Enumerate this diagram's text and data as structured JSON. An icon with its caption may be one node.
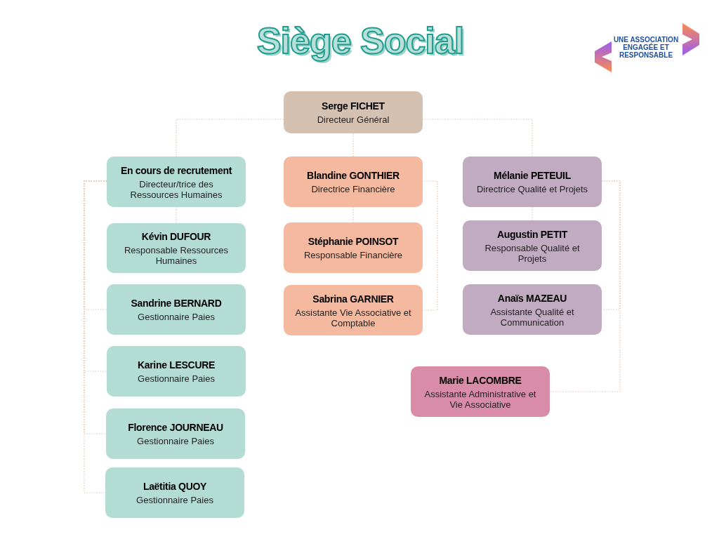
{
  "diagram": {
    "title": "Siège Social",
    "nodes": [
      {
        "text": [
          "Serge FICHET",
          "Directeur Général"
        ]
      },
      {
        "text": [
          "En cours de recrutement",
          "Directeur/trice des Ressources Humaines"
        ]
      },
      {
        "text": [
          "Blandine GONTHIER",
          "Directrice Financière"
        ]
      },
      {
        "text": [
          "Mélanie PETEUIL",
          "Directrice Qualité et Projets"
        ]
      },
      {
        "text": [
          "Kévin DUFOUR",
          "Responsable Ressources Humaines"
        ]
      },
      {
        "text": [
          "Stéphanie POINSOT",
          "Responsable Financière"
        ]
      },
      {
        "text": [
          "Augustin PETIT",
          "Responsable Qualité et Projets"
        ]
      },
      {
        "text": [
          "Sandrine BERNARD",
          "Gestionnaire Paies"
        ]
      },
      {
        "text": [
          "Sabrina GARNIER",
          "Assistante Vie Associative et Comptable"
        ]
      },
      {
        "text": [
          "Anaïs MAZEAU",
          "Assistante Qualité et Communication"
        ]
      },
      {
        "text": [
          "Karine LESCURE",
          "Gestionnaire Paies"
        ]
      },
      {
        "text": [
          "Marie LACOMBRE",
          "Assistante Administrative et Vie Associative"
        ]
      },
      {
        "text": [
          "Florence JOURNEAU",
          "Gestionnaire Paies"
        ]
      },
      {
        "text": [
          "Laëtitia QUOY",
          "Gestionnaire Paies"
        ]
      }
    ],
    "edges": [
      {
        "from": 0,
        "to": 1,
        "arrow": "none",
        "style": "dashed"
      },
      {
        "from": 0,
        "to": 2,
        "arrow": "none",
        "style": "dashed"
      },
      {
        "from": 0,
        "to": 3,
        "arrow": "none",
        "style": "dashed"
      },
      {
        "from": 1,
        "to": 4,
        "arrow": "none",
        "style": "dashed"
      },
      {
        "from": 1,
        "to": 7,
        "arrow": "none",
        "style": "dashed"
      },
      {
        "from": 1,
        "to": 10,
        "arrow": "none",
        "style": "dashed"
      },
      {
        "from": 1,
        "to": 12,
        "arrow": "none",
        "style": "dashed"
      },
      {
        "from": 1,
        "to": 13,
        "arrow": "none",
        "style": "dashed"
      },
      {
        "from": 2,
        "to": 5,
        "arrow": "none",
        "style": "dashed"
      },
      {
        "from": 2,
        "to": 8,
        "arrow": "none",
        "style": "dashed"
      },
      {
        "from": 3,
        "to": 6,
        "arrow": "none",
        "style": "dashed"
      },
      {
        "from": 3,
        "to": 9,
        "arrow": "none",
        "style": "dashed"
      },
      {
        "from": 3,
        "to": 11,
        "arrow": "none",
        "style": "dashed"
      }
    ],
    "labels": [
      "UNE ASSOCIATION ENGAGÉE ET RESPONSABLE"
    ]
  }
}
